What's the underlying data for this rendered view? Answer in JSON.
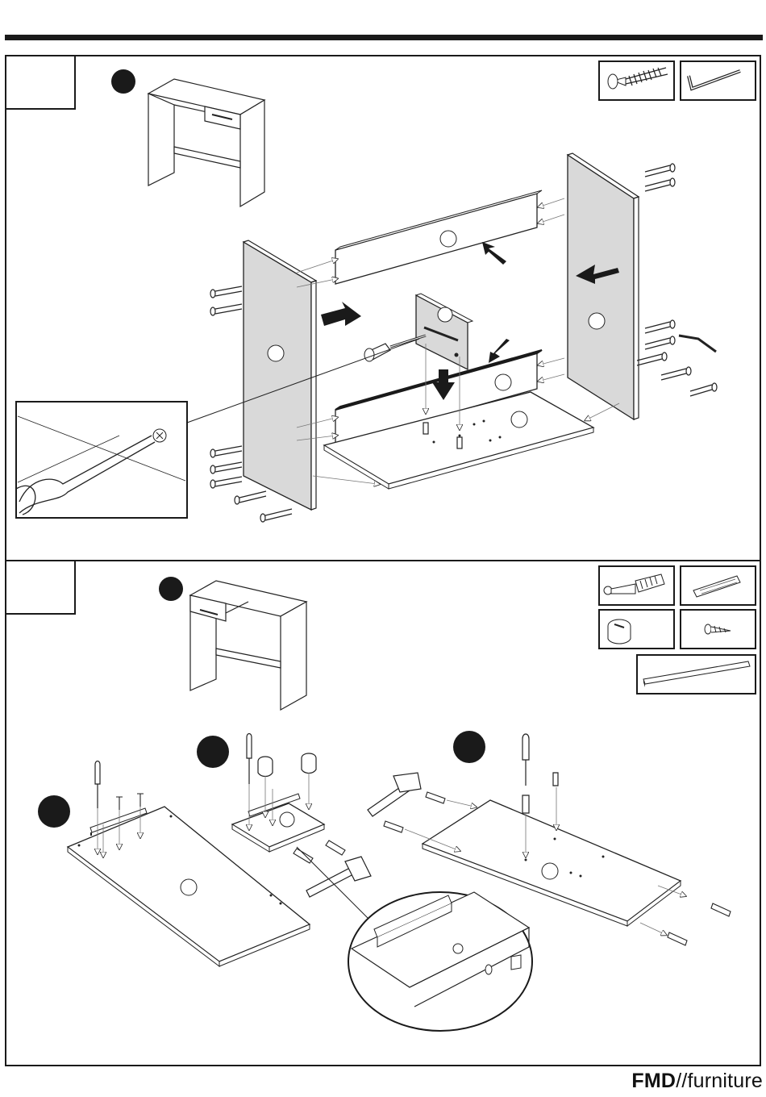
{
  "header": {
    "rule": "top-rule"
  },
  "steps": [
    {
      "id": "step1",
      "number": "",
      "hardware": [
        {
          "name": "cam-screw-icon"
        },
        {
          "name": "allen-key-icon"
        }
      ]
    },
    {
      "id": "step2",
      "number": "",
      "hardware": [
        {
          "name": "cam-bolt-icon"
        },
        {
          "name": "wooden-dowel-icon"
        },
        {
          "name": "cam-lock-icon"
        },
        {
          "name": "wood-screw-icon"
        },
        {
          "name": "drawer-runner-icon"
        }
      ]
    }
  ],
  "footer": {
    "brand_bold": "FMD",
    "brand_rest": "//furniture"
  },
  "colors": {
    "line": "#1a1a1a",
    "panel_fill": "#d9d9d9",
    "background": "#ffffff"
  }
}
